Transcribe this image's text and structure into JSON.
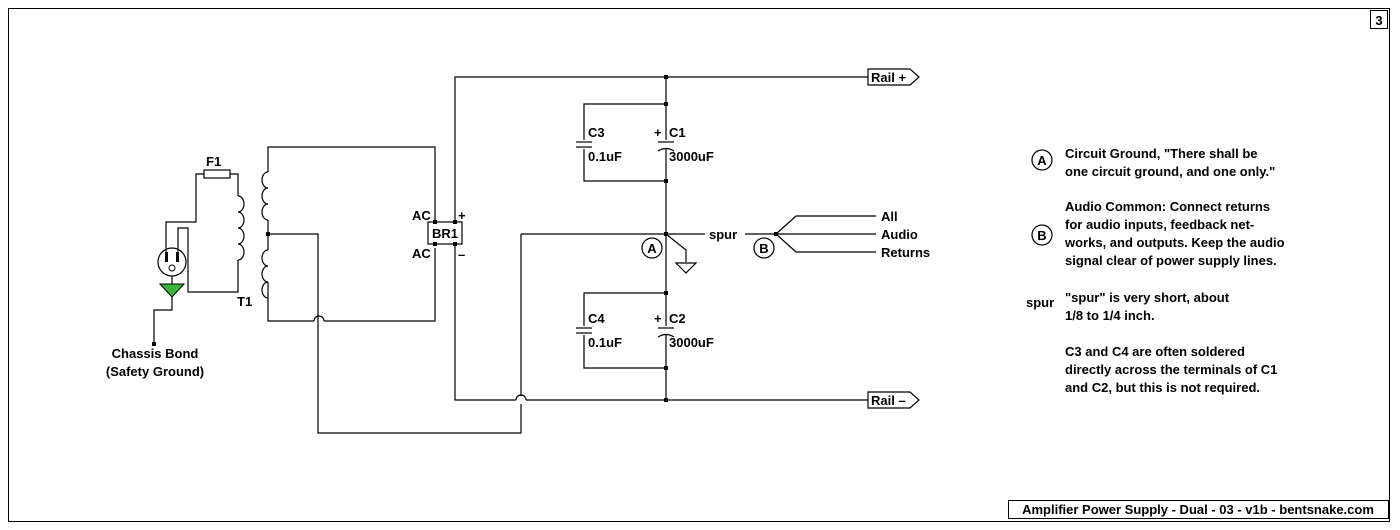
{
  "page_number": "3",
  "footer": "Amplifier Power Supply - Dual - 03 - v1b - bentsnake.com",
  "components": {
    "fuse": "F1",
    "transformer": "T1",
    "bridge": "BR1",
    "bridge_ac_top": "AC",
    "bridge_ac_bottom": "AC",
    "bridge_plus": "+",
    "bridge_minus": "–",
    "c1_name": "C1",
    "c1_value": "3000uF",
    "c2_name": "C2",
    "c2_value": "3000uF",
    "c3_name": "C3",
    "c3_value": "0.1uF",
    "c4_name": "C4",
    "c4_value": "0.1uF",
    "cap_plus": "+"
  },
  "labels": {
    "chassis_bond_1": "Chassis Bond",
    "chassis_bond_2": "(Safety Ground)",
    "rail_plus": "Rail +",
    "rail_minus": "Rail –",
    "spur": "spur",
    "node_a": "A",
    "node_b": "B",
    "returns_1": "All",
    "returns_2": "Audio",
    "returns_3": "Returns"
  },
  "notes": {
    "a_symbol": "A",
    "a_line1": "Circuit Ground, \"There shall be",
    "a_line2": "one circuit ground, and one only.\"",
    "b_symbol": "B",
    "b_line1": "Audio Common: Connect returns",
    "b_line2": "for audio inputs, feedback net-",
    "b_line3": "works, and outputs. Keep the audio",
    "b_line4": "signal clear of power supply lines.",
    "spur_key": "spur",
    "spur_line1": "\"spur\" is very short, about",
    "spur_line2": "1/8 to 1/4 inch.",
    "c_line1": "C3 and C4 are often soldered",
    "c_line2": "directly across the terminals of C1",
    "c_line3": "and C2, but this is not required."
  }
}
